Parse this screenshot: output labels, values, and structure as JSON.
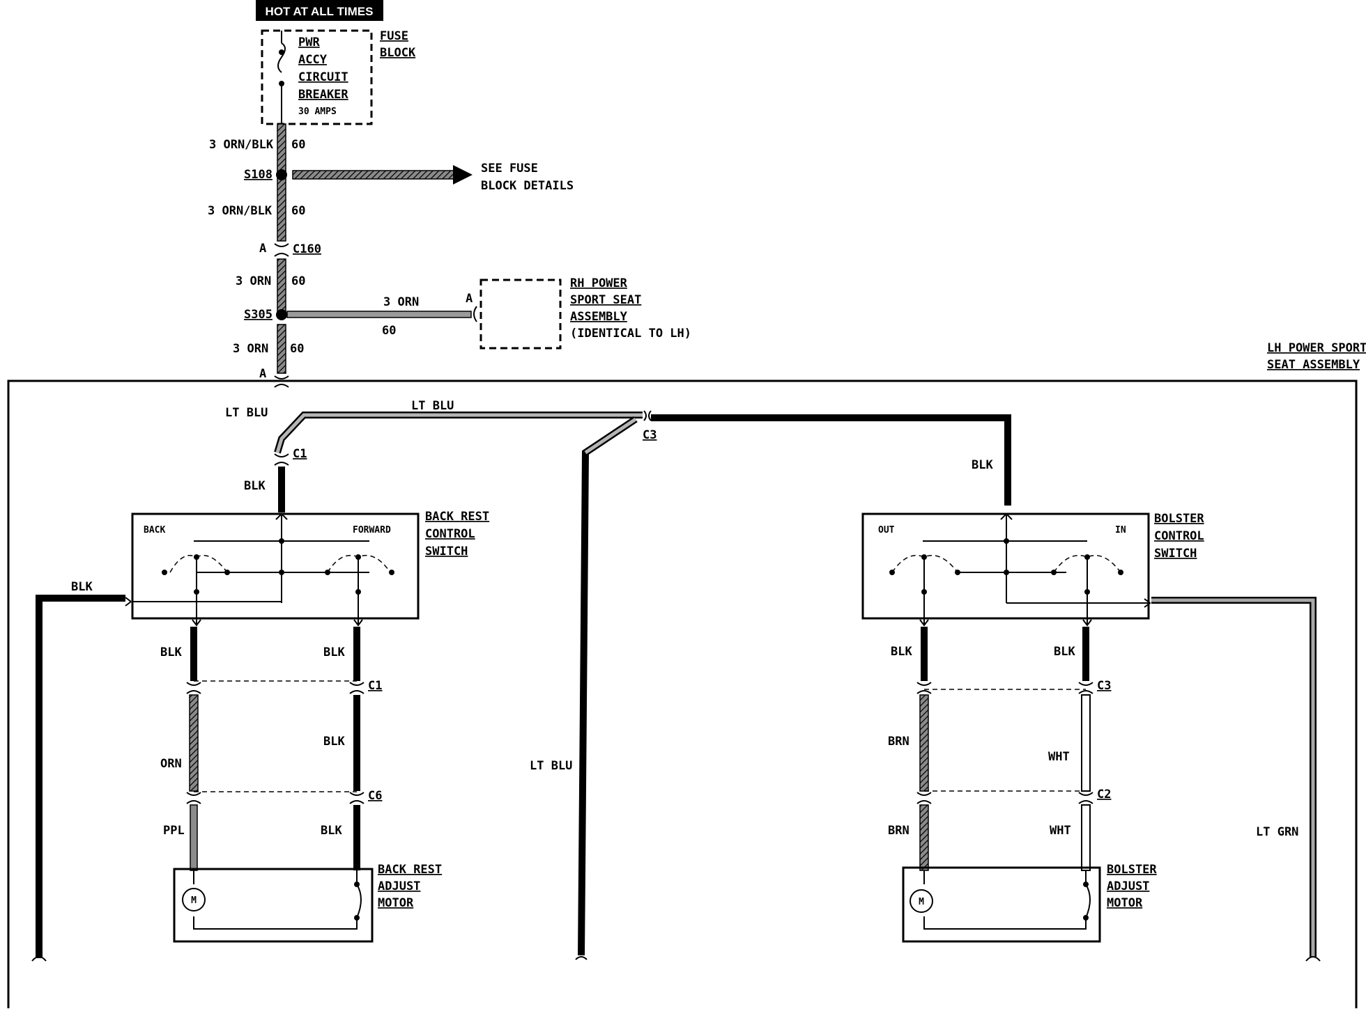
{
  "banner": "HOT AT ALL TIMES",
  "fuse_block": {
    "label_lines": [
      "FUSE",
      "BLOCK"
    ],
    "breaker_lines": [
      "PWR",
      "ACCY",
      "CIRCUIT",
      "BREAKER"
    ],
    "breaker_rating": "30 AMPS"
  },
  "wires": {
    "top_1": {
      "name": "3 ORN/BLK",
      "circuit": "60"
    },
    "top_2": {
      "name": "3 ORN/BLK",
      "circuit": "60"
    },
    "top_3": {
      "name": "3 ORN",
      "circuit": "60"
    },
    "top_4": {
      "name": "3 ORN",
      "circuit": "60"
    },
    "rh_branch": {
      "name": "3 ORN",
      "circuit": "60"
    }
  },
  "splices": {
    "s108": "S108",
    "s305": "S305"
  },
  "fuse_details": [
    "SEE FUSE",
    "BLOCK DETAILS"
  ],
  "connectors": {
    "c160": "C160",
    "c160_pin": "A",
    "rh_pin": "A",
    "seat_pin": "A",
    "c1_top": "C1",
    "c3_top": "C3",
    "c1_left": "C1",
    "c6": "C6",
    "c3_right": "C3",
    "c2": "C2"
  },
  "rh_seat": [
    "RH POWER",
    "SPORT SEAT",
    "ASSEMBLY",
    "(IDENTICAL TO LH)"
  ],
  "lh_seat": [
    "LH POWER SPORT",
    "SEAT ASSEMBLY"
  ],
  "colors": {
    "lt_blu_1": "LT BLU",
    "lt_blu_2": "LT BLU",
    "lt_blu_3": "LT BLU",
    "blk_c1": "BLK",
    "blk_bolster": "BLK",
    "blk_left": "BLK",
    "blk_br_a": "BLK",
    "blk_br_b": "BLK",
    "blk_br_c": "BLK",
    "blk_br_d": "BLK",
    "orn": "ORN",
    "ppl": "PPL",
    "blk_bo_a": "BLK",
    "blk_bo_b": "BLK",
    "brn_1": "BRN",
    "brn_2": "BRN",
    "wht_1": "WHT",
    "wht_2": "WHT",
    "lt_grn": "LT GRN"
  },
  "backrest_switch": {
    "title": [
      "BACK REST",
      "CONTROL",
      "SWITCH"
    ],
    "left": "BACK",
    "right": "FORWARD"
  },
  "bolster_switch": {
    "title": [
      "BOLSTER",
      "CONTROL",
      "SWITCH"
    ],
    "left": "OUT",
    "right": "IN"
  },
  "backrest_motor": {
    "title": [
      "BACK REST",
      "ADJUST",
      "MOTOR"
    ],
    "symbol": "M"
  },
  "bolster_motor": {
    "title": [
      "BOLSTER",
      "ADJUST",
      "MOTOR"
    ],
    "symbol": "M"
  },
  "wire_colors_hex": {
    "ink": "#000000",
    "grey": "#6e6e6e",
    "light": "#bdbdbd"
  }
}
